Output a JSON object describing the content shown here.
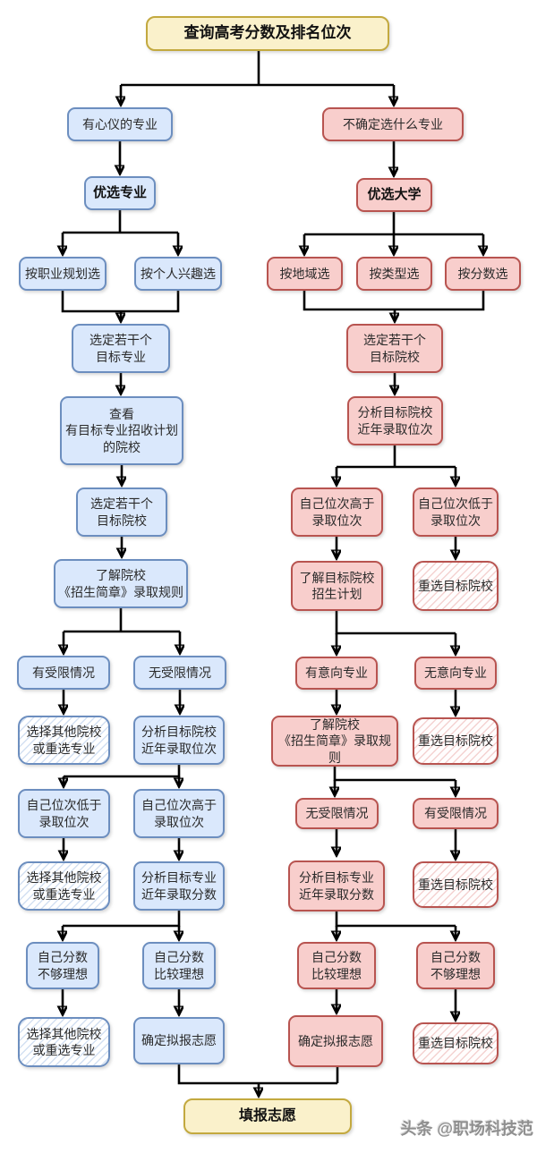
{
  "title": {
    "label": "查询高考分数及排名位次"
  },
  "end": {
    "label": "填报志愿"
  },
  "watermark": {
    "label": "头条 @职场科技范"
  },
  "left": {
    "branch": "有心仪的专业",
    "pref": "优选专业",
    "career": "按职业规划选",
    "interest": "按个人兴趣选",
    "select_majors": "选定若干个\n目标专业",
    "view_schools": "查看\n有目标专业招收计划\n的院校",
    "select_schools": "选定若干个\n目标院校",
    "rules": "了解院校\n《招生简章》录取规则",
    "restricted": "有受限情况",
    "unrestricted": "无受限情况",
    "other1": "选择其他院校\n或重选专业",
    "analyze_rank": "分析目标院校\n近年录取位次",
    "rank_low": "自己位次低于\n录取位次",
    "rank_high": "自己位次高于\n录取位次",
    "other2": "选择其他院校\n或重选专业",
    "analyze_score": "分析目标专业\n近年录取分数",
    "score_bad": "自己分数\n不够理想",
    "score_good": "自己分数\n比较理想",
    "other3": "选择其他院校\n或重选专业",
    "confirm": "确定拟报志愿"
  },
  "right": {
    "branch": "不确定选什么专业",
    "pref": "优选大学",
    "region": "按地域选",
    "type": "按类型选",
    "score": "按分数选",
    "select_schools": "选定若干个\n目标院校",
    "analyze_rank": "分析目标院校\n近年录取位次",
    "rank_high": "自己位次高于\n录取位次",
    "rank_low": "自己位次低于\n录取位次",
    "plan": "了解目标院校\n招生计划",
    "reselect1": "重选目标院校",
    "intent": "有意向专业",
    "nointent": "无意向专业",
    "rules": "了解院校\n《招生简章》录取规则",
    "reselect2": "重选目标院校",
    "unrestricted": "无受限情况",
    "restricted": "有受限情况",
    "analyze_score": "分析目标专业\n近年录取分数",
    "reselect3": "重选目标院校",
    "score_good": "自己分数\n比较理想",
    "score_bad": "自己分数\n不够理想",
    "confirm": "确定拟报志愿",
    "reselect4": "重选目标院校"
  },
  "colors": {
    "yellow_fill": "#FAF1CB",
    "yellow_border": "#C3A93F",
    "blue_fill": "#DAE8FC",
    "blue_border": "#6C8EBF",
    "red_fill": "#F8CECC",
    "red_border": "#B85450",
    "arrow": "#000000"
  }
}
